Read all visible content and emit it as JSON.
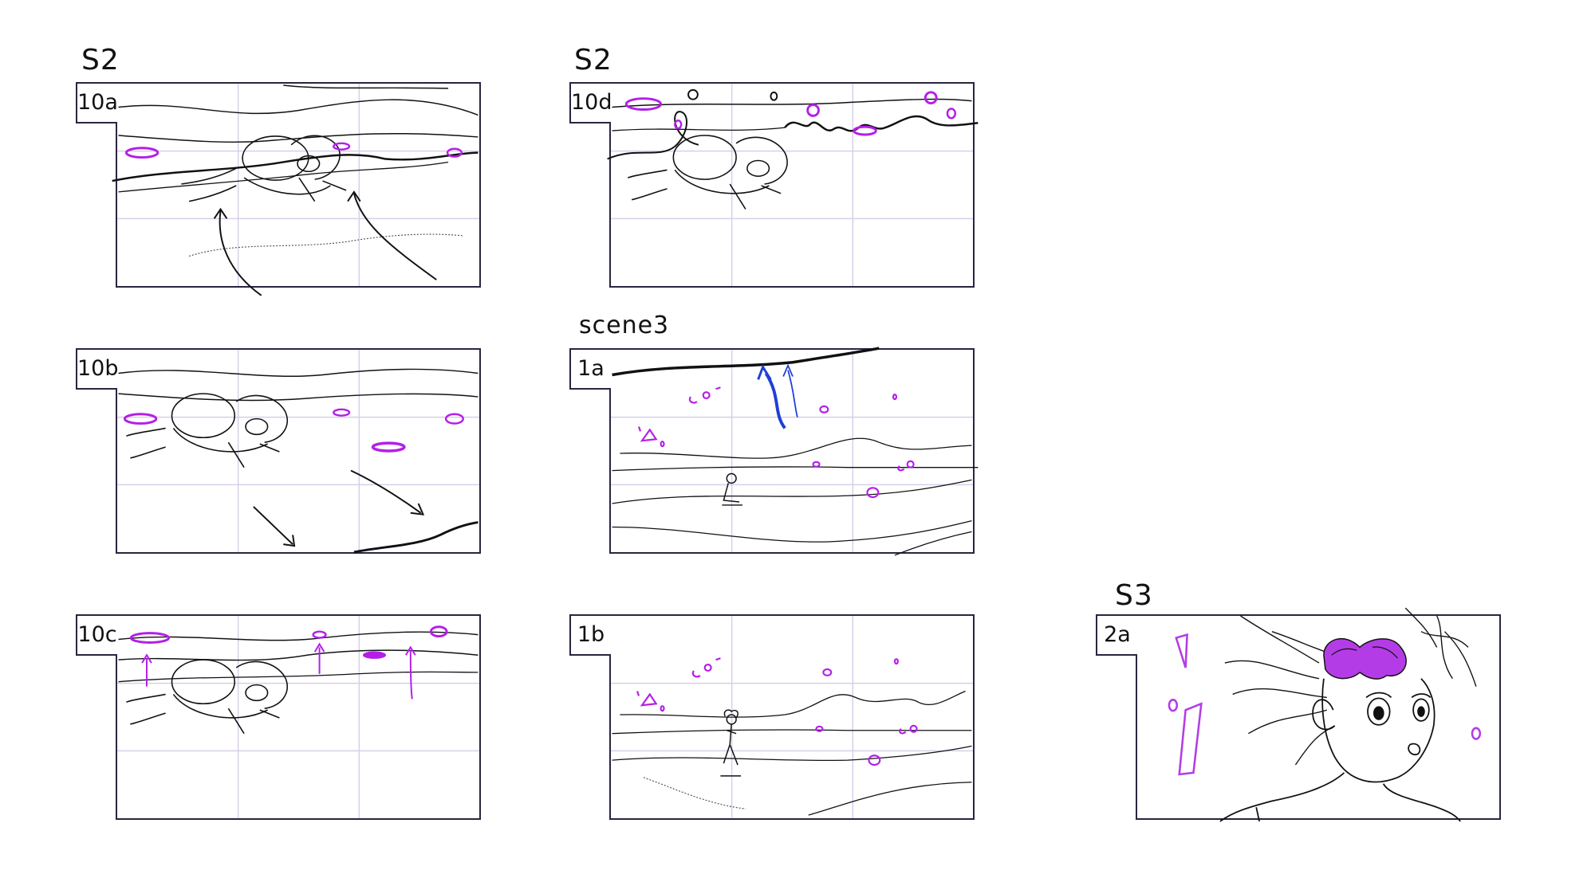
{
  "colors": {
    "ink": "#111111",
    "frame": "#2b2440",
    "grid": "#d8cfe8",
    "magenta": "#b41fe8",
    "blue": "#1f3fd8",
    "glasses": "#b43ce6"
  },
  "scenes": {
    "s2_left": "S2",
    "s2_right": "S2",
    "scene3": "scene3",
    "s3": "S3"
  },
  "panels": [
    {
      "id": "10a",
      "label": "10a"
    },
    {
      "id": "10b",
      "label": "10b"
    },
    {
      "id": "10c",
      "label": "10c"
    },
    {
      "id": "10d",
      "label": "10d"
    },
    {
      "id": "1a",
      "label": "1a"
    },
    {
      "id": "1b",
      "label": "1b"
    },
    {
      "id": "2a",
      "label": "2a"
    }
  ]
}
